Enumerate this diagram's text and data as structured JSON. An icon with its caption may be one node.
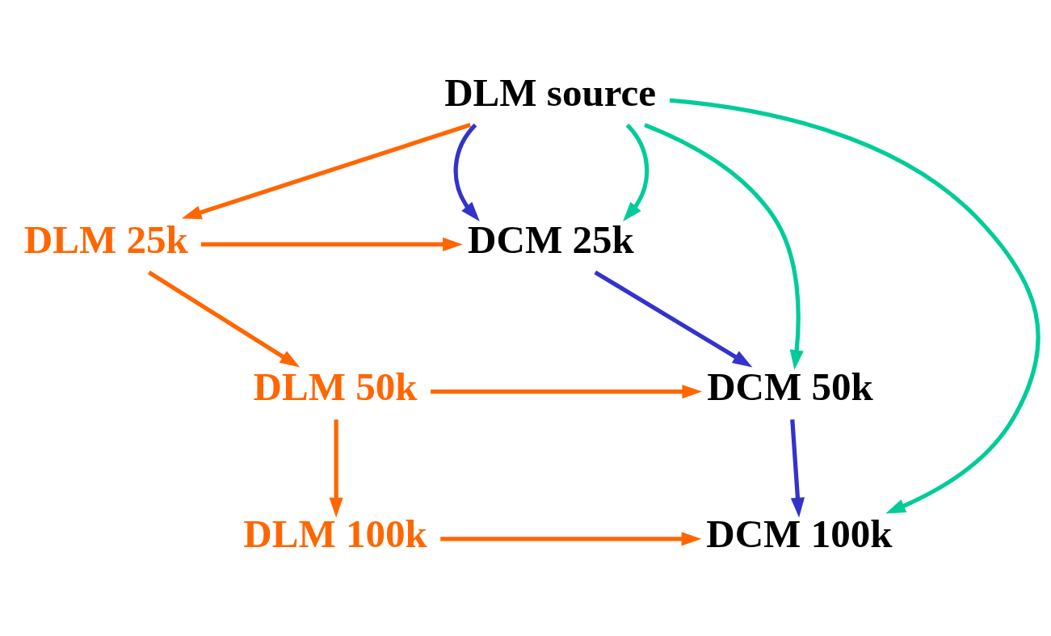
{
  "diagram": {
    "nodes": [
      {
        "text": [
          "DLM source"
        ]
      },
      {
        "text": [
          "DLM 25k"
        ]
      },
      {
        "text": [
          "DLM 50k"
        ]
      },
      {
        "text": [
          "DLM 100k"
        ]
      },
      {
        "text": [
          "DCM 25k"
        ]
      },
      {
        "text": [
          "DCM 50k"
        ]
      },
      {
        "text": [
          "DCM 100k"
        ]
      }
    ],
    "edges": [
      {
        "from": 0,
        "to": 4,
        "arrow": "to",
        "color": "#3333cc"
      },
      {
        "from": 0,
        "to": 4,
        "arrow": "to",
        "color": "#00cc99"
      },
      {
        "from": 0,
        "to": 5,
        "arrow": "to",
        "color": "#00cc99"
      },
      {
        "from": 0,
        "to": 6,
        "arrow": "to",
        "color": "#00cc99"
      },
      {
        "from": 0,
        "to": 1,
        "arrow": "to"
      },
      {
        "from": 1,
        "to": 4,
        "arrow": "to"
      },
      {
        "from": 1,
        "to": 2,
        "arrow": "to"
      },
      {
        "from": 4,
        "to": 5,
        "arrow": "to",
        "color": "#3333cc"
      },
      {
        "from": 2,
        "to": 5,
        "arrow": "to"
      },
      {
        "from": 2,
        "to": 3,
        "arrow": "to"
      },
      {
        "from": 5,
        "to": 6,
        "arrow": "to",
        "color": "#3333cc"
      },
      {
        "from": 3,
        "to": 6,
        "arrow": "to"
      }
    ]
  }
}
